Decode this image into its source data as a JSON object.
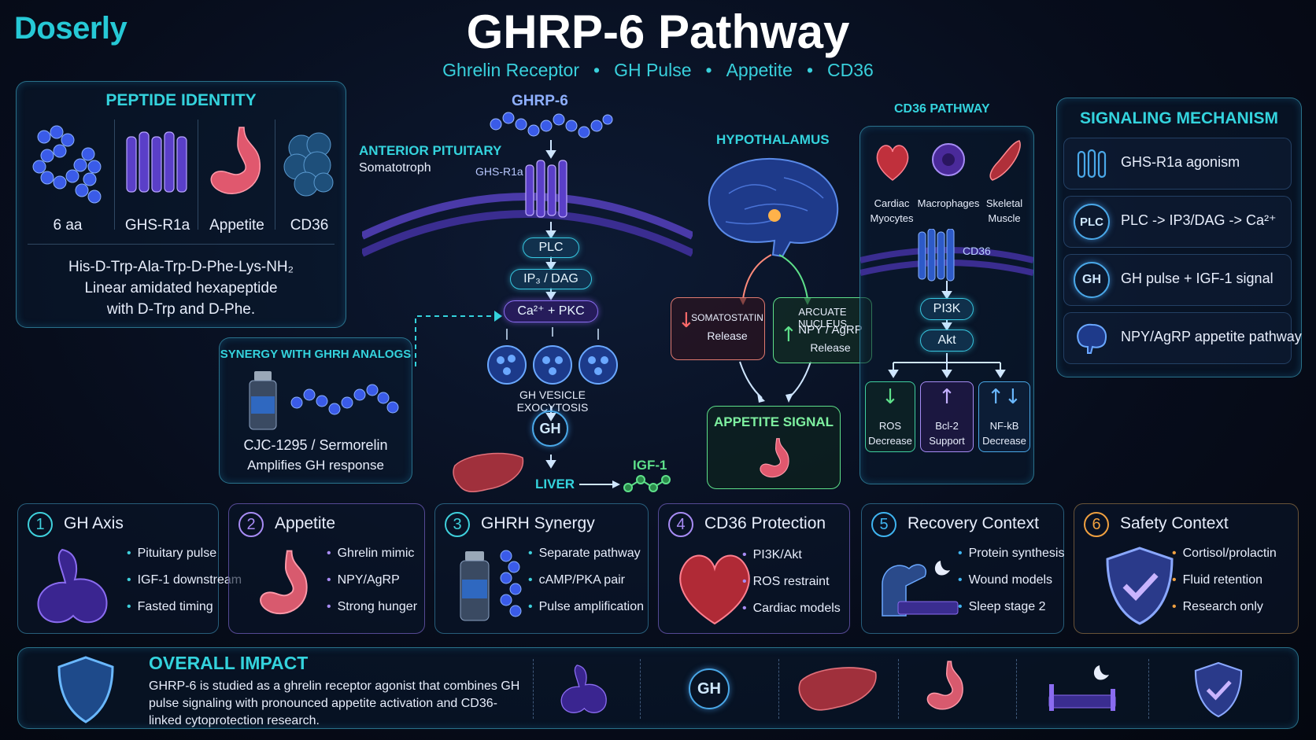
{
  "brand": "Doserly",
  "title": "GHRP-6 Pathway",
  "subtitle": [
    "Ghrelin Receptor",
    "GH Pulse",
    "Appetite",
    "CD36"
  ],
  "subtitle_sep": "•",
  "peptide_identity": {
    "title": "PEPTIDE IDENTITY",
    "items": [
      "6 aa",
      "GHS-R1a",
      "Appetite",
      "CD36"
    ],
    "sequence": "His-D-Trp-Ala-Trp-D-Phe-Lys-NH₂",
    "desc1": "Linear amidated hexapeptide",
    "desc2": "with D-Trp and D-Phe."
  },
  "synergy": {
    "title": "SYNERGY WITH GHRH ANALOGS",
    "line1": "CJC-1295 / Sermorelin",
    "line2": "Amplifies GH response"
  },
  "pituitary": {
    "peptide_label": "GHRP-6",
    "title": "ANTERIOR PITUITARY",
    "subtitle": "Somatotroph",
    "receptor": "GHS-R1a",
    "plc": "PLC",
    "ip3": "IP₃ / DAG",
    "ca": "Ca²⁺  +  PKC",
    "vesicle": "GH VESICLE EXOCYTOSIS",
    "gh": "GH",
    "liver": "LIVER",
    "igf": "IGF-1"
  },
  "hypothalamus": {
    "title": "HYPOTHALAMUS",
    "somatostatin_1": "SOMATOSTATIN",
    "somatostatin_2": "Release",
    "arcuate_1": "ARCUATE NUCLEUS",
    "arcuate_2": "NPY / AgRP",
    "arcuate_3": "Release",
    "appetite_signal": "APPETITE SIGNAL"
  },
  "cd36": {
    "title": "CD36 PATHWAY",
    "cells": [
      {
        "l1": "Cardiac",
        "l2": "Myocytes"
      },
      {
        "l1": "Macrophages",
        "l2": ""
      },
      {
        "l1": "Skeletal",
        "l2": "Muscle"
      }
    ],
    "receptor": "CD36",
    "pi3k": "PI3K",
    "akt": "Akt",
    "outcomes": [
      {
        "l1": "ROS",
        "l2": "Decrease"
      },
      {
        "l1": "Bcl-2",
        "l2": "Support"
      },
      {
        "l1": "NF-kB",
        "l2": "Decrease"
      }
    ]
  },
  "signaling": {
    "title": "SIGNALING MECHANISM",
    "rows": [
      {
        "icon": "receptor-icon",
        "badge": "",
        "text": "GHS-R1a agonism"
      },
      {
        "icon": "plc-badge-icon",
        "badge": "PLC",
        "text": "PLC -> IP3/DAG -> Ca²⁺"
      },
      {
        "icon": "gh-badge-icon",
        "badge": "GH",
        "text": "GH pulse + IGF-1 signal"
      },
      {
        "icon": "brain-icon",
        "badge": "",
        "text": "NPY/AgRP appetite pathway"
      }
    ]
  },
  "cards": [
    {
      "num": "1",
      "title": "GH Axis",
      "color": "#3fd0dc",
      "items": [
        "Pituitary pulse",
        "IGF-1 downstream",
        "Fasted timing"
      ]
    },
    {
      "num": "2",
      "title": "Appetite",
      "color": "#a88cf5",
      "items": [
        "Ghrelin mimic",
        "NPY/AgRP",
        "Strong hunger"
      ]
    },
    {
      "num": "3",
      "title": "GHRH Synergy",
      "color": "#3fd0dc",
      "items": [
        "Separate pathway",
        "cAMP/PKA pair",
        "Pulse amplification"
      ]
    },
    {
      "num": "4",
      "title": "CD36 Protection",
      "color": "#a88cf5",
      "items": [
        "PI3K/Akt",
        "ROS restraint",
        "Cardiac models"
      ]
    },
    {
      "num": "5",
      "title": "Recovery Context",
      "color": "#3fb4f0",
      "items": [
        "Protein synthesis",
        "Wound models",
        "Sleep stage 2"
      ]
    },
    {
      "num": "6",
      "title": "Safety Context",
      "color": "#f0a040",
      "items": [
        "Cortisol/prolactin",
        "Fluid retention",
        "Research only"
      ]
    }
  ],
  "impact": {
    "title": "OVERALL IMPACT",
    "text": "GHRP-6 is studied as a ghrelin receptor agonist that combines GH pulse signaling with pronounced appetite activation and CD36-linked cytoprotection research.",
    "gh_badge": "GH"
  },
  "colors": {
    "cyan": "#34d3dd",
    "purple": "#8a6cf0",
    "green": "#5ee08a",
    "red": "#e06a6a",
    "orange": "#f0a040"
  }
}
